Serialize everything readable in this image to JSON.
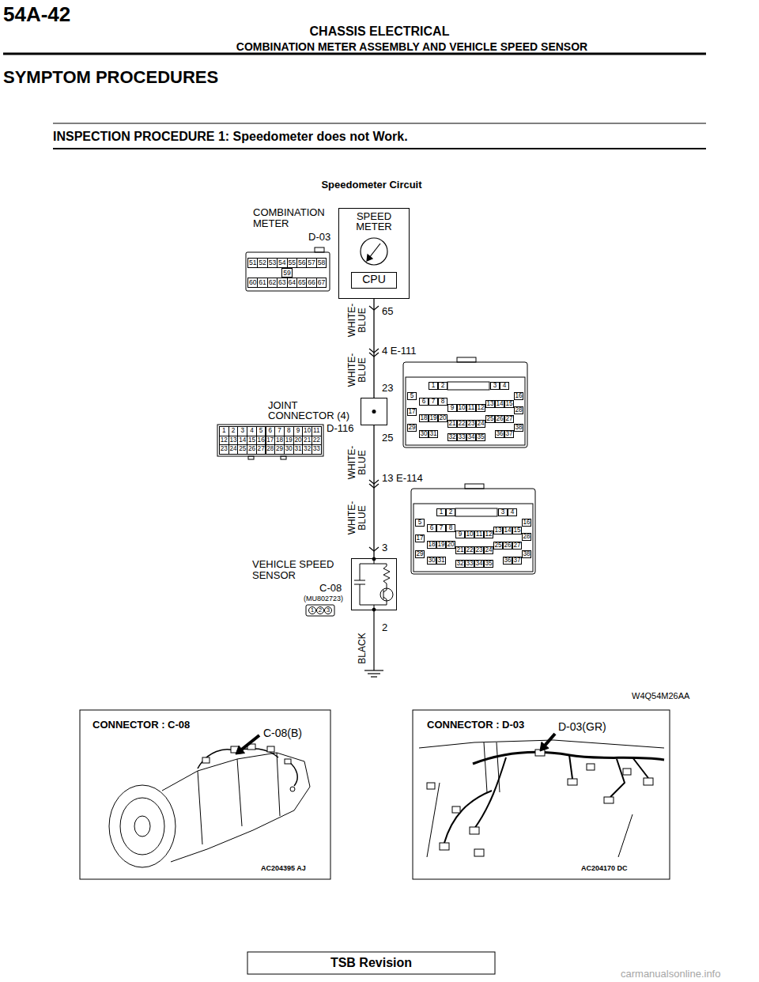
{
  "diagram": {
    "title": "Speedometer Circuit",
    "nodes": [
      {
        "text": [
          "SPEED METER"
        ]
      },
      {
        "text": [
          "CPU"
        ],
        "in": 0
      },
      {
        "text": [
          "JOINT CONNECTOR (4)",
          "D-116"
        ]
      },
      {
        "text": [
          "VEHICLE SPEED SENSOR",
          "C-08"
        ]
      }
    ],
    "edges": [
      {
        "from": 0,
        "to": 2,
        "arrow": "none"
      },
      {
        "from": 2,
        "to": 3,
        "arrow": "none"
      }
    ],
    "labels": [
      "54A-42",
      "CHASSIS ELECTRICAL",
      "COMBINATION METER ASSEMBLY AND VEHICLE SPEED SENSOR",
      "SYMPTOM PROCEDURES",
      "INSPECTION PROCEDURE 1: Speedometer does not Work.",
      "COMBINATION METER",
      "D-03",
      "65",
      "WHITE-BLUE",
      "4 E-111",
      "WHITE-BLUE",
      "23",
      "25",
      "WHITE-BLUE",
      "13 E-114",
      "WHITE-BLUE",
      "3",
      "(MU802723)",
      "2",
      "BLACK",
      "W4Q54M26AA",
      "CONNECTOR : C-08",
      "C-08(B)",
      "AC204395 AJ",
      "CONNECTOR : D-03",
      "D-03(GR)",
      "AC204170 DC",
      "TSB Revision",
      "carmanualsonline.info",
      "51",
      "52",
      "53",
      "54",
      "55",
      "56",
      "57",
      "58",
      "59",
      "60",
      "61",
      "62",
      "63",
      "64",
      "65",
      "66",
      "67",
      "1",
      "2",
      "3",
      "4",
      "5",
      "6",
      "7",
      "8",
      "9",
      "10",
      "11",
      "12",
      "13",
      "14",
      "15",
      "16",
      "17",
      "18",
      "19",
      "20",
      "21",
      "22",
      "23",
      "24",
      "25",
      "26",
      "27",
      "28",
      "29",
      "30",
      "31",
      "32",
      "33",
      "1",
      "2",
      "3",
      "4",
      "5",
      "6",
      "7",
      "8",
      "9",
      "10",
      "11",
      "12",
      "13",
      "14",
      "15",
      "16",
      "17",
      "18",
      "19",
      "20",
      "21",
      "22",
      "23",
      "24",
      "25",
      "26",
      "27",
      "28",
      "29",
      "30",
      "31",
      "32",
      "33",
      "34",
      "35",
      "36",
      "37",
      "38",
      "1",
      "2",
      "3",
      "4",
      "5",
      "6",
      "7",
      "8",
      "9",
      "10",
      "11",
      "12",
      "13",
      "14",
      "15",
      "16",
      "17",
      "18",
      "19",
      "20",
      "21",
      "22",
      "23",
      "24",
      "25",
      "26",
      "27",
      "28",
      "29",
      "30",
      "31",
      "32",
      "33",
      "34",
      "35",
      "36",
      "37",
      "38",
      "1",
      "2",
      "3"
    ]
  }
}
